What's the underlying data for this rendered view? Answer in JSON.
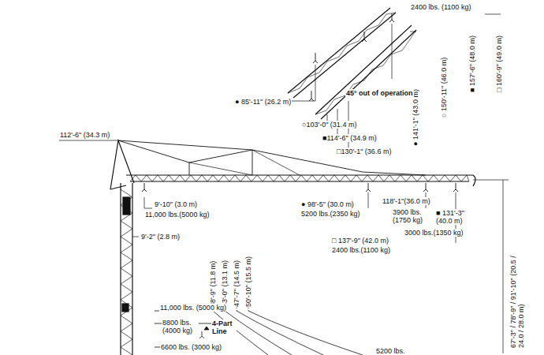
{
  "diagram": {
    "labels": [
      "2400 lbs. (1100 kg)",
      "□ 160'-9\" (49.0 m)",
      "■ 157'-6\" (48.0 m)",
      "○ 150'-11\" (46.0 m)",
      "● 141'-1\" (43.0 m)",
      "45° out of operation",
      "● 85'-11\" (26.2 m)",
      "○103'-0\" (31.4 m)",
      "■114'-6\" (34.9 m)",
      "□130'-1\" (36.6 m)",
      "112'-6\" (34.3 m)",
      "9'-10\" (3.0 m)",
      "11,000 lbs.(5000 kg)",
      "● 98'-5\" (30.0 m)",
      "5200 lbs.(2350 kg)",
      "118'-1\"(36.0 m)",
      "3900 lbs. (1750 kg)",
      "■ 131'-3\" (40.0 m)",
      "3000 lbs.(1350 kg)",
      "9'-2\" (2.8 m)",
      "□ 137'-9\" (42.0 m)",
      "2400 lbs.(1100 kg)",
      "67'-3\" / 78'-9\" / 91'-10\" (20.5 / 24.0 / 28.0 m)",
      "38'-9\" (11.8 m)",
      "43'-0\" (13.1 m)",
      "47'-7\" (14.5 m)",
      "50'-10\" (15.5 m)",
      "11,000 lbs. (5000 kg)",
      "8800 lbs. (4000 kg)",
      "4-Part Line",
      "6600 lbs. (3000 kg)",
      "5200 lbs."
    ]
  }
}
